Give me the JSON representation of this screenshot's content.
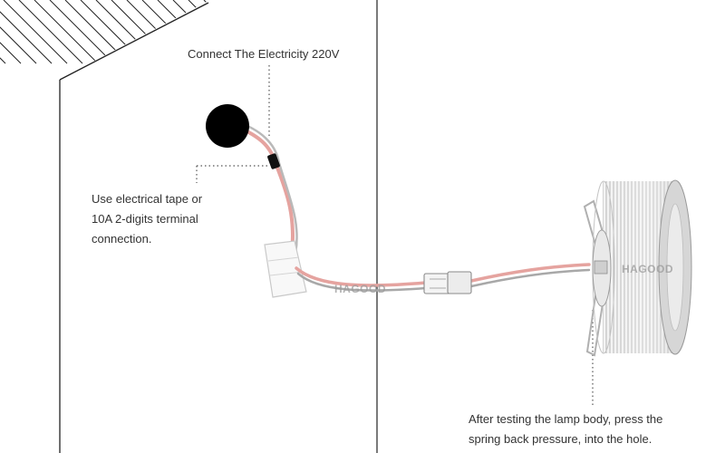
{
  "labels": {
    "power": "Connect The Electricity 220V",
    "tape_line1": "Use electrical tape or",
    "tape_line2": "10A 2-digits terminal",
    "tape_line3": "connection.",
    "testing_line1": "After testing the lamp body, press the",
    "testing_line2": "spring back pressure, into the hole."
  },
  "watermark": {
    "wire": "HAGOOD",
    "lamp": "HAGOOD"
  },
  "colors": {
    "line": "#222222",
    "wire_pink": "#e8a8a4",
    "wire_gray": "#a0a0a0",
    "dot": "#555555"
  }
}
